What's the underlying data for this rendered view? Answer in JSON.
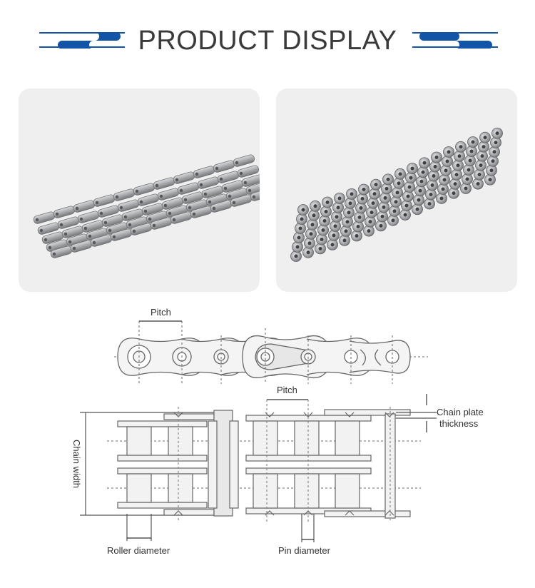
{
  "header": {
    "title": "PRODUCT DISPLAY"
  },
  "colors": {
    "accent": "#1255a6",
    "accent_dark": "#0e3f86",
    "photo_bg": "#efefef"
  },
  "photos": [
    {
      "icon": "hollow-pin-chain-photo"
    },
    {
      "icon": "roller-chain-photo"
    }
  ],
  "diagram": {
    "pitch_top": "Pitch",
    "pitch_side": "Pitch",
    "chain_plate_line1": "Chain plate",
    "chain_plate_line2": "thickness",
    "chain_width": "Chain width",
    "roller_diameter": "Roller diameter",
    "pin_diameter": "Pin diameter"
  }
}
